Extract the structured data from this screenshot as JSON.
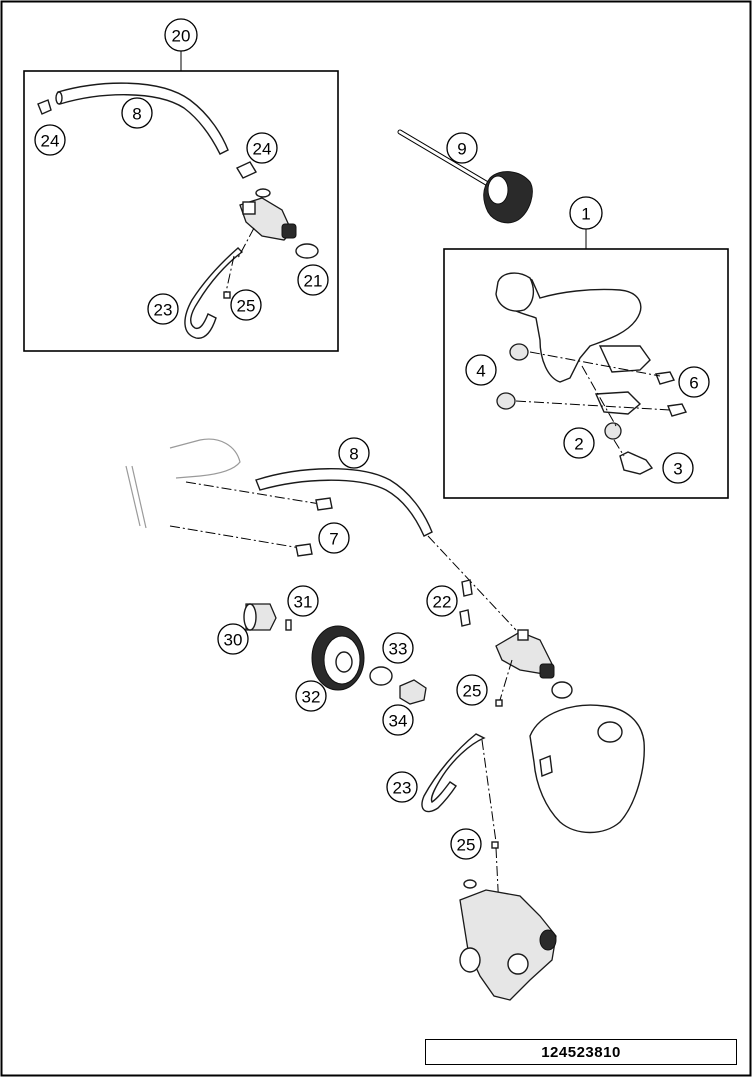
{
  "drawing_number": "124523810",
  "callouts": {
    "c20": "20",
    "c8a": "8",
    "c24a": "24",
    "c24b": "24",
    "c21": "21",
    "c23a": "23",
    "c25a": "25",
    "c9": "9",
    "c1": "1",
    "c4": "4",
    "c6": "6",
    "c2": "2",
    "c3": "3",
    "c8b": "8",
    "c7": "7",
    "c31": "31",
    "c22": "22",
    "c30": "30",
    "c33": "33",
    "c32": "32",
    "c25b": "25",
    "c34": "34",
    "c23b": "23",
    "c25c": "25"
  }
}
